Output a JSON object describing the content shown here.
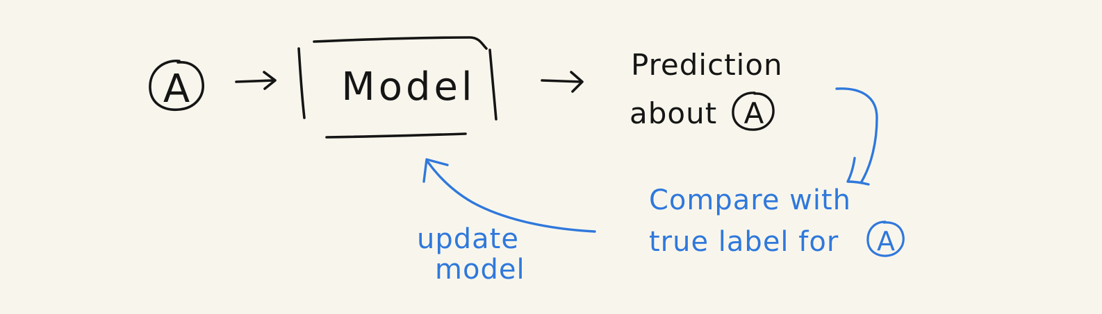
{
  "diagram": {
    "input_token": "A",
    "model_label": "Model",
    "prediction": {
      "line1": "Prediction",
      "line2": "about",
      "token": "A"
    },
    "compare": {
      "line1": "Compare with",
      "line2": "true label for",
      "token": "A"
    },
    "update": {
      "line1": "update",
      "line2": "model"
    }
  },
  "colors": {
    "background": "#f8f6ec",
    "ink_black": "#151515",
    "ink_blue": "#2f78dc"
  }
}
